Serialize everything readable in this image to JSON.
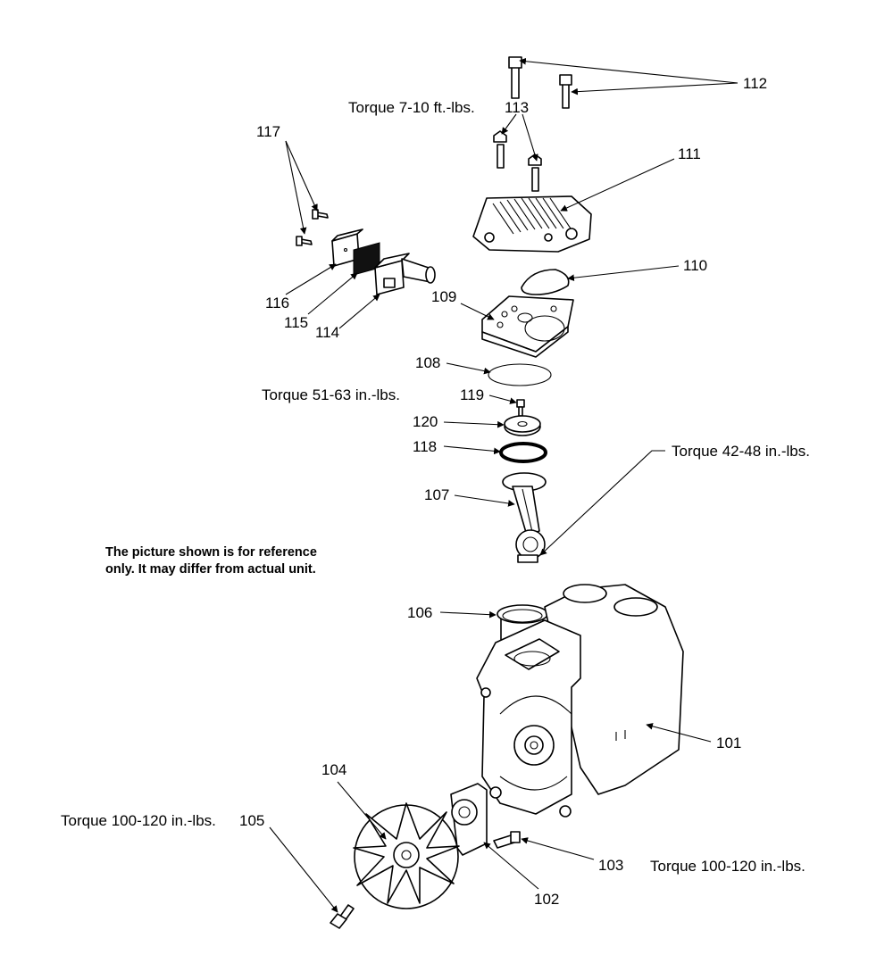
{
  "parts": [
    {
      "id": "p101",
      "number": "101"
    },
    {
      "id": "p102",
      "number": "102"
    },
    {
      "id": "p103",
      "number": "103"
    },
    {
      "id": "p104",
      "number": "104"
    },
    {
      "id": "p105",
      "number": "105"
    },
    {
      "id": "p106",
      "number": "106"
    },
    {
      "id": "p107",
      "number": "107"
    },
    {
      "id": "p108",
      "number": "108"
    },
    {
      "id": "p109",
      "number": "109"
    },
    {
      "id": "p110",
      "number": "110"
    },
    {
      "id": "p111",
      "number": "111"
    },
    {
      "id": "p112",
      "number": "112"
    },
    {
      "id": "p113",
      "number": "113"
    },
    {
      "id": "p114",
      "number": "114"
    },
    {
      "id": "p115",
      "number": "115"
    },
    {
      "id": "p116",
      "number": "116"
    },
    {
      "id": "p117",
      "number": "117"
    },
    {
      "id": "p118",
      "number": "118"
    },
    {
      "id": "p119",
      "number": "119"
    },
    {
      "id": "p120",
      "number": "120"
    }
  ],
  "torque_notes": {
    "t113": "Torque  7-10 ft.-lbs.",
    "t119": "Torque  51-63 in.-lbs.",
    "t107": "Torque  42-48 in.-lbs.",
    "t105": "Torque 100-120 in.-lbs.",
    "t103": "Torque 100-120 in.-lbs."
  },
  "disclaimer": "The picture shown is for reference only. It may differ from actual unit."
}
